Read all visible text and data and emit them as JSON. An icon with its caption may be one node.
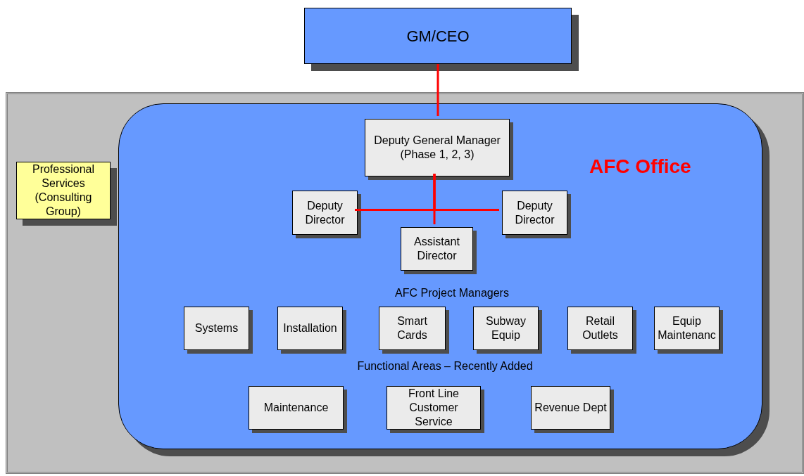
{
  "diagram": {
    "nodes": [
      {
        "text": [
          "GM/CEO"
        ]
      },
      {
        "text": [],
        "shape": "box"
      },
      {
        "text": [
          "AFC Office"
        ],
        "in": 1
      },
      {
        "text": [
          "Professional Services (Consulting Group)"
        ],
        "in": 1
      },
      {
        "text": [
          "Deputy General Manager (Phase 1, 2, 3)"
        ],
        "in": 2
      },
      {
        "text": [
          "Deputy Director"
        ],
        "in": 2
      },
      {
        "text": [
          "Assistant Director"
        ],
        "in": 2
      },
      {
        "text": [
          "Deputy Director"
        ],
        "in": 2
      },
      {
        "text": [
          "Systems"
        ],
        "in": 2
      },
      {
        "text": [
          "Installation"
        ],
        "in": 2
      },
      {
        "text": [
          "Smart Cards"
        ],
        "in": 2
      },
      {
        "text": [
          "Subway Equip"
        ],
        "in": 2
      },
      {
        "text": [
          "Retail Outlets"
        ],
        "in": 2
      },
      {
        "text": [
          "Equip Maintenanc"
        ],
        "in": 2
      },
      {
        "text": [
          "Maintenance"
        ],
        "in": 2
      },
      {
        "text": [
          "Front Line Customer Service"
        ],
        "in": 2
      },
      {
        "text": [
          "Revenue Dept"
        ],
        "in": 2
      }
    ],
    "edges": [
      {
        "from": 0,
        "to": 4,
        "arrow": "none"
      },
      {
        "from": 4,
        "to": 5,
        "arrow": "none"
      },
      {
        "from": 4,
        "to": 7,
        "arrow": "none"
      },
      {
        "from": 4,
        "to": 6,
        "arrow": "none"
      }
    ],
    "labels": [
      "AFC Project Managers",
      "Functional Areas – Recently Added"
    ]
  }
}
